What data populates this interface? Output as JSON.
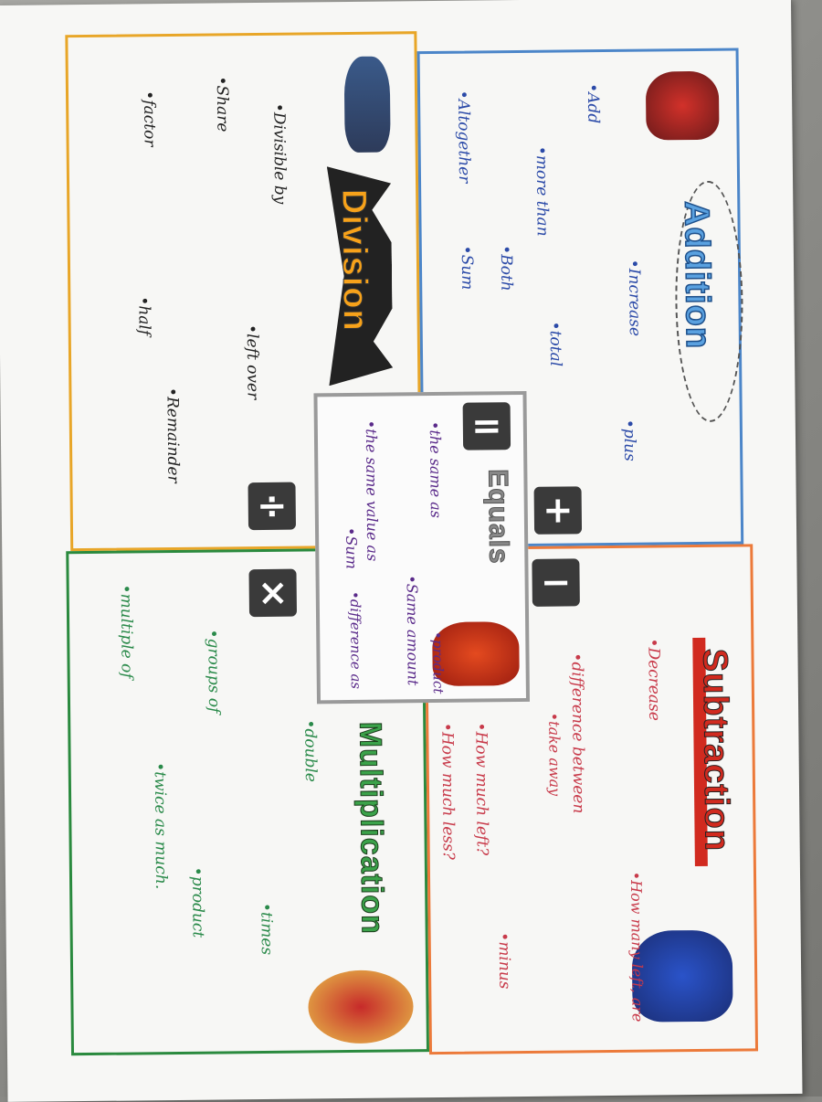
{
  "colors": {
    "division": "#e8a628",
    "addition": "#4c86c9",
    "multiplication": "#2a8a3e",
    "subtraction": "#ec7a3a",
    "equals": "#9a9a9a"
  },
  "titles": {
    "addition": "Addition",
    "division": "Division",
    "subtraction": "Subtraction",
    "multiplication": "Multiplication",
    "equals": "Equals"
  },
  "operators": {
    "equals": "=",
    "plus": "+",
    "divide": "÷",
    "minus": "−",
    "times": "×"
  },
  "division_words": [
    "•Divisible by",
    "•Share",
    "•factor",
    "•left over",
    "•half",
    "•Remainder"
  ],
  "addition_words": [
    "•Add",
    "•Altogether",
    "•more than",
    "•Increase",
    "•Both",
    "•Sum",
    "•total",
    "•plus"
  ],
  "equals_words": [
    "•the same as",
    "•the same value as",
    "•Sum",
    "•Same amount",
    "•product",
    "•difference as"
  ],
  "subtraction_words": [
    "•Decrease",
    "•difference between",
    "•take away",
    "•How much left?",
    "•How much less?",
    "•How many left, are",
    "•minus"
  ],
  "multiplication_words": [
    "•multiple of",
    "•groups of",
    "•double",
    "•twice as much.",
    "•product",
    "•times"
  ]
}
